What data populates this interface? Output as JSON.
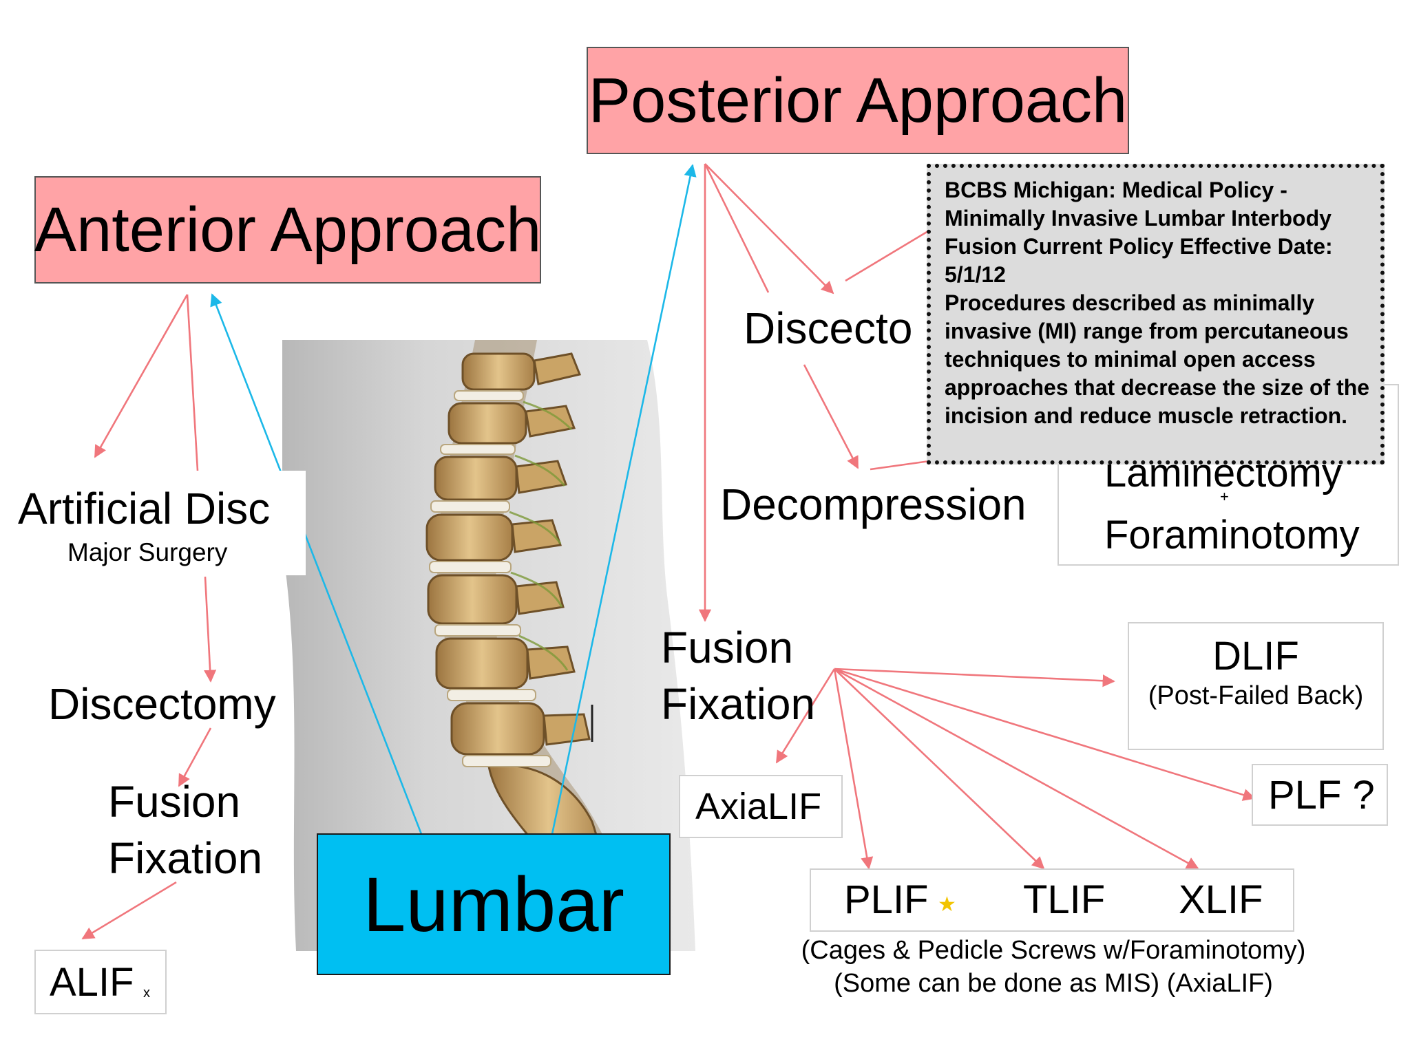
{
  "colors": {
    "header_fill": "#ffa3a6",
    "lumbar_fill": "#00bff2",
    "arrow_red": "#f0767c",
    "arrow_blue": "#1cb8e8",
    "note_fill": "#dcdcdc",
    "star": "#f2c400"
  },
  "anterior": {
    "title": "Anterior Approach",
    "artificial_disc": "Artificial Disc",
    "artificial_disc_note": "Major Surgery",
    "discectomy": "Discectomy",
    "fusion": "Fusion",
    "fixation": "Fixation",
    "alif": "ALIF",
    "alif_mark": "x"
  },
  "posterior": {
    "title": "Posterior Approach",
    "discectomy_partial": "Discecto",
    "decompression": "Decompression",
    "laminectomy_partial": "Laminectomy",
    "plus": "+",
    "foraminotomy": "Foraminotomy",
    "fusion": "Fusion",
    "fixation": "Fixation",
    "axialif": "AxiaLIF",
    "dlif": "DLIF",
    "dlif_note": "(Post-Failed Back)",
    "plf": "PLF ?",
    "plif": "PLIF",
    "star": "★",
    "tlif": "TLIF",
    "xlif": "XLIF",
    "group_note_1": "(Cages & Pedicle Screws w/Foraminotomy)",
    "group_note_2": "(Some can be done as MIS) (AxiaLIF)"
  },
  "center": {
    "lumbar": "Lumbar"
  },
  "policy_note": {
    "heading": "BCBS Michigan: Medical Policy - Minimally Invasive Lumbar Interbody Fusion Current Policy Effective Date: 5/1/12",
    "body": "Procedures described as minimally invasive (MI) range from percutaneous techniques to minimal open access approaches that decrease the size of the incision and reduce muscle retraction."
  }
}
